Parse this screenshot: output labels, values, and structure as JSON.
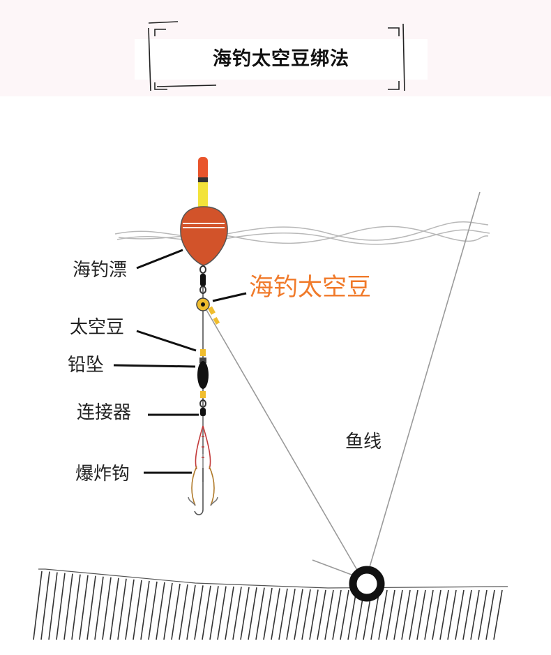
{
  "title": "海钓太空豆绑法",
  "labels": {
    "float": "海钓漂",
    "bead": "太空豆",
    "sinker": "铅坠",
    "connector": "连接器",
    "hook": "爆炸钩",
    "line": "鱼线",
    "highlight": "海钓太空豆"
  },
  "colors": {
    "accent": "#f07a2a",
    "float_body": "#d2532a",
    "float_tip": "#e9542b",
    "float_band": "#f3e33a",
    "bead": "#f0bd2e",
    "line": "#9a9a9a",
    "ground": "#333333"
  },
  "icons": [
    "ring-icon",
    "swivel-icon",
    "treble-hook-icon"
  ]
}
